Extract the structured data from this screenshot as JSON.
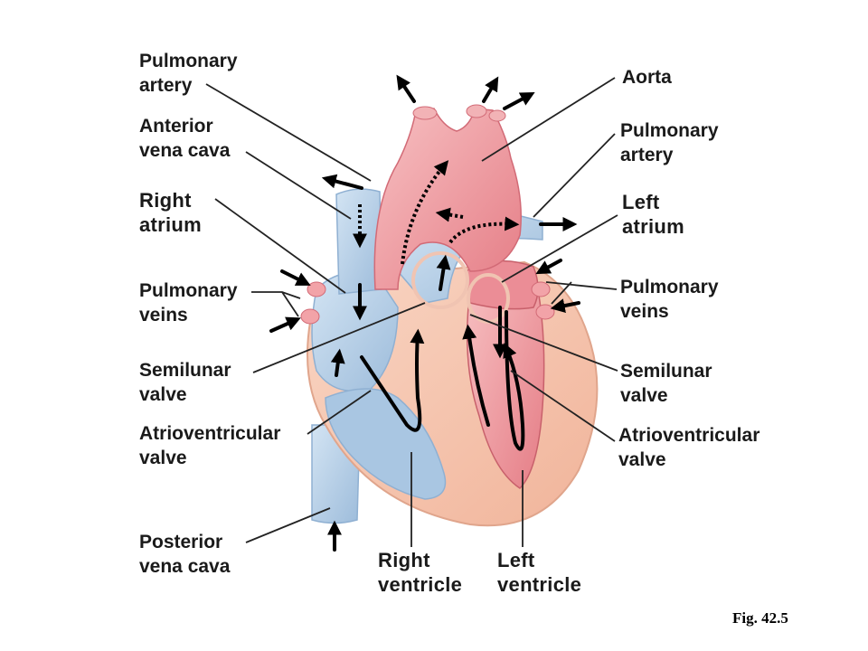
{
  "labels": {
    "pulmonary_artery_left": [
      "Pulmonary",
      "artery"
    ],
    "anterior_vena_cava": [
      "Anterior",
      "vena cava"
    ],
    "right_atrium": [
      "Right",
      "atrium"
    ],
    "pulmonary_veins_left": [
      "Pulmonary",
      "veins"
    ],
    "semilunar_valve_left": [
      "Semilunar",
      "valve"
    ],
    "atrioventricular_valve_left": [
      "Atrioventricular",
      "valve"
    ],
    "posterior_vena_cava": [
      "Posterior",
      "vena cava"
    ],
    "aorta": [
      "Aorta"
    ],
    "pulmonary_artery_right": [
      "Pulmonary",
      "artery"
    ],
    "left_atrium": [
      "Left",
      "atrium"
    ],
    "pulmonary_veins_right": [
      "Pulmonary",
      "veins"
    ],
    "semilunar_valve_right": [
      "Semilunar",
      "valve"
    ],
    "atrioventricular_valve_right": [
      "Atrioventricular",
      "valve"
    ],
    "right_ventricle": [
      "Right",
      "ventricle"
    ],
    "left_ventricle": [
      "Left",
      "ventricle"
    ]
  },
  "figure_caption": "Fig. 42.5",
  "colors": {
    "deoxygenated": "#b9d3ea",
    "deoxygenated_dark": "#8fb0d2",
    "oxygenated": "#f2a3a8",
    "oxygenated_dark": "#d9606f",
    "muscle": "#f6c3ac",
    "leader_line": "#222222",
    "arrow": "#000000"
  }
}
